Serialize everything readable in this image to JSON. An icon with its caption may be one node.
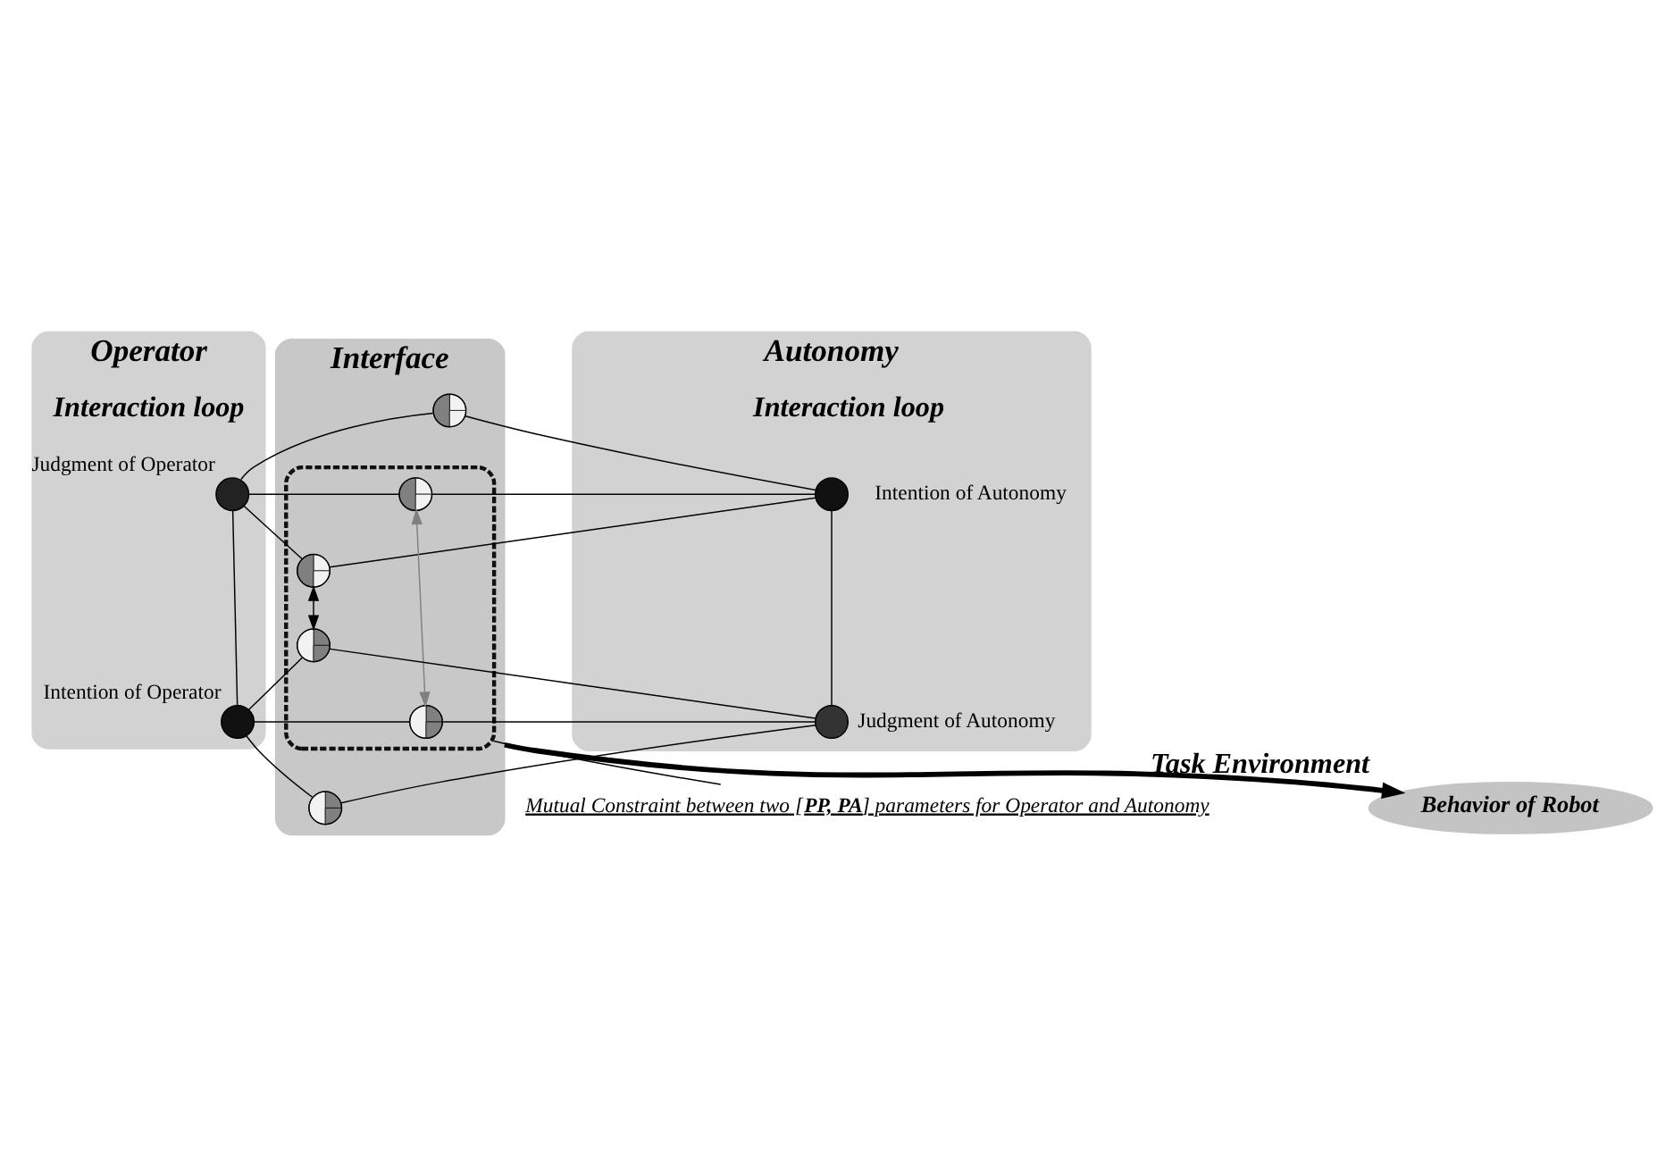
{
  "diagram": {
    "nodes": [
      {
        "text": [
          "Operator"
        ]
      },
      {
        "text": [],
        "shape": "circle",
        "in": 0,
        "beside": [
          "Judgment of Operator"
        ]
      },
      {
        "text": [],
        "shape": "circle",
        "in": 0,
        "beside": [
          "Intention of Operator"
        ]
      },
      {
        "text": [
          "Interface"
        ]
      },
      {
        "text": [],
        "shape": "circle",
        "in": 3
      },
      {
        "text": [],
        "shape": "circle",
        "in": 14
      },
      {
        "text": [],
        "shape": "circle",
        "in": 14
      },
      {
        "text": [],
        "shape": "circle",
        "in": 14
      },
      {
        "text": [],
        "shape": "circle",
        "in": 14
      },
      {
        "text": [],
        "shape": "circle",
        "in": 3
      },
      {
        "text": [
          "Autonomy"
        ]
      },
      {
        "text": [],
        "shape": "circle",
        "in": 10,
        "beside": [
          "Intention of Autonomy"
        ]
      },
      {
        "text": [],
        "shape": "circle",
        "in": 10,
        "beside": [
          "Judgment of Autonomy"
        ]
      },
      {
        "text": [
          "Behavior of Robot"
        ],
        "beside": [
          "Task Environment"
        ]
      },
      {
        "text": [],
        "shape": "ellipse",
        "in": 3
      },
      {
        "text": [
          "Mutual Constraint between two [**PP, PA**] parameters for Operator and Autonomy"
        ]
      }
    ],
    "edges": [
      {
        "from": 4,
        "to": 1,
        "arrow": "none"
      },
      {
        "from": 1,
        "to": 5,
        "arrow": "none"
      },
      {
        "from": 1,
        "to": 6,
        "arrow": "none"
      },
      {
        "from": 7,
        "to": 2,
        "arrow": "none"
      },
      {
        "from": 2,
        "to": 8,
        "arrow": "none"
      },
      {
        "from": 2,
        "to": 9,
        "arrow": "none"
      },
      {
        "from": 4,
        "to": 11,
        "arrow": "none"
      },
      {
        "from": 5,
        "to": 11,
        "arrow": "none"
      },
      {
        "from": 11,
        "to": 6,
        "arrow": "none"
      },
      {
        "from": 7,
        "to": 12,
        "arrow": "none"
      },
      {
        "from": 8,
        "to": 12,
        "arrow": "none"
      },
      {
        "from": 12,
        "to": 9,
        "arrow": "none"
      },
      {
        "from": 1,
        "to": 2,
        "arrow": "none"
      },
      {
        "from": 11,
        "to": 12,
        "arrow": "none"
      },
      {
        "from": 6,
        "to": 7,
        "arrow": "both"
      },
      {
        "from": 5,
        "to": 8,
        "arrow": "both",
        "color": "#808080"
      },
      {
        "from": 3,
        "to": 13,
        "arrow": "to",
        "style": "thick"
      },
      {
        "from": 14,
        "to": 15,
        "arrow": "none"
      }
    ],
    "labels": [
      "Interaction loop",
      "Interaction loop"
    ]
  }
}
